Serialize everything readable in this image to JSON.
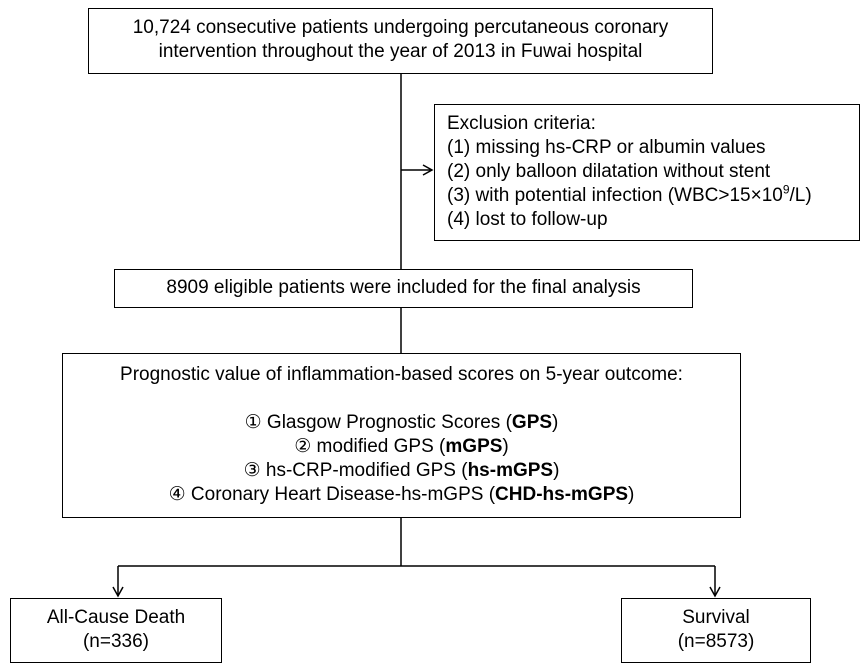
{
  "enrollment": {
    "line1": "10,724 consecutive patients undergoing percutaneous coronary",
    "line2": "intervention throughout the year of 2013 in Fuwai hospital"
  },
  "exclusion": {
    "title": "Exclusion criteria:",
    "items": [
      "(1) missing hs-CRP or albumin values",
      "(2) only balloon dilatation without stent",
      "(3) with potential infection (WBC>15×10",
      "(4) lost to follow-up"
    ],
    "item3_sup": "9",
    "item3_tail": "/L)"
  },
  "eligible": {
    "text": "8909 eligible patients were included for the final analysis"
  },
  "scores": {
    "title": "Prognostic value of inflammation-based scores on 5-year outcome:",
    "items": [
      {
        "prefix": "① Glasgow Prognostic Scores (",
        "bold": "GPS",
        "suffix": ")"
      },
      {
        "prefix": "② modified GPS (",
        "bold": "mGPS",
        "suffix": ")"
      },
      {
        "prefix": "③ hs-CRP-modified GPS (",
        "bold": "hs-mGPS",
        "suffix": ")"
      },
      {
        "prefix": "④ Coronary Heart Disease-hs-mGPS (",
        "bold": "CHD-hs-mGPS",
        "suffix": ")"
      }
    ]
  },
  "outcomes": {
    "death": {
      "label": "All-Cause Death",
      "count": "(n=336)"
    },
    "survival": {
      "label": "Survival",
      "count": "(n=8573)"
    }
  }
}
